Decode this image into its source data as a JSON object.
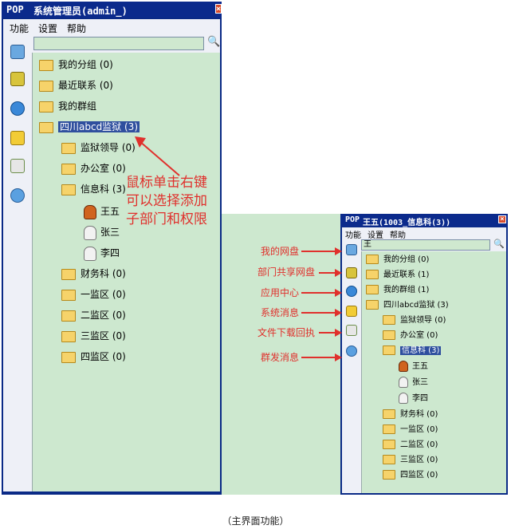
{
  "main": {
    "title_app": "POP",
    "title_user": "系统管理员(admin_)",
    "close": "×",
    "menu": [
      "功能",
      "设置",
      "帮助"
    ],
    "search_value": "",
    "tree": [
      {
        "label": "我的分组 (0)"
      },
      {
        "label": "最近联系 (0)"
      },
      {
        "label": "我的群组"
      },
      {
        "label": "四川abcd监狱 (3)"
      },
      {
        "label": "监狱领导 (0)"
      },
      {
        "label": "办公室 (0)"
      },
      {
        "label": "信息科 (3)"
      },
      {
        "label": "王五"
      },
      {
        "label": "张三"
      },
      {
        "label": "李四"
      },
      {
        "label": "财务科 (0)"
      },
      {
        "label": "一监区 (0)"
      },
      {
        "label": "二监区 (0)"
      },
      {
        "label": "三监区 (0)"
      },
      {
        "label": "四监区 (0)"
      }
    ]
  },
  "annotation": {
    "line1": "鼠标单击右键",
    "line2": "可以选择添加",
    "line3": "子部门和权限"
  },
  "second": {
    "title_app": "POP",
    "title_user": "王五(1003_信息科(3))",
    "close": "×",
    "menu": [
      "功能",
      "设置",
      "帮助"
    ],
    "search_value": "王",
    "tree": [
      {
        "label": "我的分组 (0)"
      },
      {
        "label": "最近联系 (1)"
      },
      {
        "label": "我的群组 (1)"
      },
      {
        "label": "四川abcd监狱 (3)"
      },
      {
        "label": "监狱领导 (0)"
      },
      {
        "label": "办公室 (0)"
      },
      {
        "label": "信息科 (3)"
      },
      {
        "label": "王五"
      },
      {
        "label": "张三"
      },
      {
        "label": "李四"
      },
      {
        "label": "财务科 (0)"
      },
      {
        "label": "一监区 (0)"
      },
      {
        "label": "二监区 (0)"
      },
      {
        "label": "三监区 (0)"
      },
      {
        "label": "四监区 (0)"
      }
    ]
  },
  "labels": {
    "my_disk": "我的网盘",
    "dept_disk": "部门共享网盘",
    "app_center": "应用中心",
    "sys_msg": "系统消息",
    "file_receipt": "文件下载回执",
    "group_msg": "群发消息"
  },
  "caption": "（主界面功能）",
  "colors": {
    "title_blue": "#0b2a8c",
    "tree_green": "#cde8cf",
    "annotation_red": "#e0302c",
    "selected": "#2f4f9e"
  },
  "icons": [
    "user-icon",
    "network-disk-icon",
    "globe-icon",
    "message-icon",
    "file-receipt-icon",
    "group-message-icon",
    "search-icon",
    "folder-icon"
  ]
}
